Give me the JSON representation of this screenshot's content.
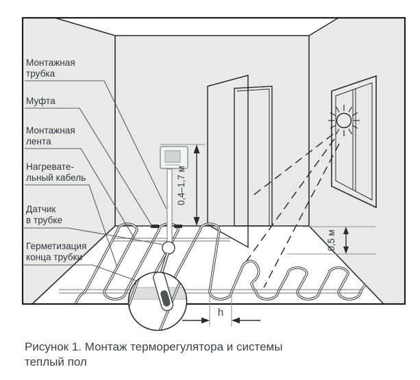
{
  "figure": {
    "callouts": [
      {
        "id": "mounting-tube",
        "lines": [
          "Монтажная",
          "трубка"
        ]
      },
      {
        "id": "coupling",
        "lines": [
          "Муфта"
        ]
      },
      {
        "id": "mounting-tape",
        "lines": [
          "Монтажная",
          "лента"
        ]
      },
      {
        "id": "heating-cable",
        "lines": [
          "Нагревате-",
          "льный кабель"
        ]
      },
      {
        "id": "sensor-in-tube",
        "lines": [
          "Датчик",
          "в трубке"
        ]
      },
      {
        "id": "tube-end-seal",
        "lines": [
          "Герметизация",
          "конца трубки"
        ]
      }
    ],
    "dimensions": {
      "thermostat_height_range": "0,4–1,7 м",
      "wall_offset": "0,5 м",
      "cable_spacing": "h"
    },
    "caption_lines": [
      "Рисунок 1. Монтаж терморегулятора и системы",
      "теплый пол"
    ]
  },
  "colors": {
    "wall": "#e8eaea",
    "door": "#c3c7c6",
    "floor": "#ffffff",
    "line": "#2b2b2b",
    "sensor": "#4e5356",
    "text": "#2f353a"
  }
}
